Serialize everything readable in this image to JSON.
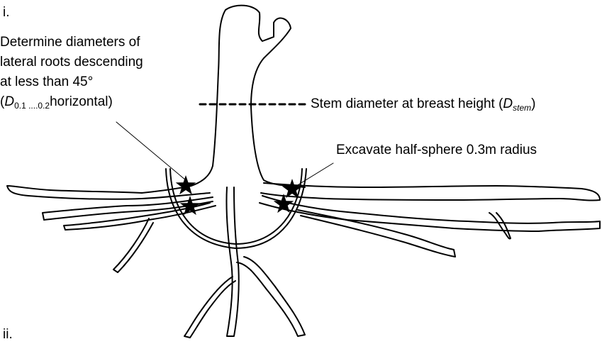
{
  "panel_labels": {
    "top": "i.",
    "bottom": "ii."
  },
  "note_lateral_roots": {
    "line1": "Determine diameters of",
    "line2": "lateral roots descending",
    "line3": "at less than 45°",
    "formula": {
      "open": "(",
      "D": "D",
      "sub": "0.1 ....0.2",
      "rest": "horizontal)"
    }
  },
  "note_stem": {
    "prefix": "Stem diameter at breast height (",
    "D": "D",
    "sub": "stem",
    "suffix": ")"
  },
  "note_excavate": "Excavate half-sphere 0.3m radius",
  "colors": {
    "ink": "#000000",
    "paper": "#ffffff"
  }
}
